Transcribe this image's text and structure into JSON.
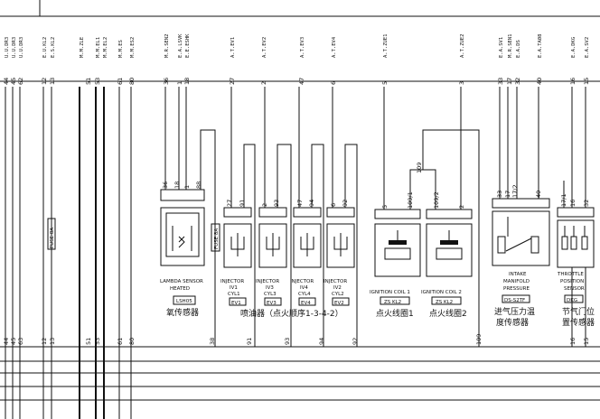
{
  "signals": [
    "U.U.DR3",
    "U.U.DR3",
    "U.U.DR3",
    "E.U.KL2",
    "E.S.KL2",
    "M.M.ZLE",
    "M.M.EL1",
    "M.M.EL2",
    "M.M.ES",
    "M.M.ES2",
    "M.R.SEN2",
    "E.A.LSVK",
    "E.E.ESHK",
    "A.T.EV1",
    "A.T.EV2",
    "A.T.EV3",
    "A.T.EV4",
    "A.T.ZUE1",
    "A.T.ZUE2",
    "E.A.SV1",
    "M.R.SEN1",
    "E.A.DS",
    "E.A.TA08",
    "E.A.DKG",
    "E.A.SV2"
  ],
  "top_pins": [
    "44",
    "45",
    "62",
    "12",
    "13",
    "51",
    "53",
    "61",
    "80",
    "36",
    "1",
    "18",
    "27",
    "2",
    "47",
    "6",
    "5",
    "3",
    "33",
    "17",
    "32",
    "40",
    "16",
    "15"
  ],
  "bottom_pins": [
    "44",
    "45",
    "63",
    "12",
    "13",
    "51",
    "53",
    "61",
    "80",
    "38",
    "91",
    "93",
    "94",
    "92",
    "109",
    "16",
    "15"
  ],
  "fuses": [
    {
      "label": "FUSE 8A"
    },
    {
      "label": "FUSE 8A"
    }
  ],
  "junction": {
    "label": "109"
  },
  "components": [
    {
      "pins": [
        "36",
        "18",
        "1",
        "88"
      ],
      "title_line1": "LAMBDA SENSOR",
      "title_line2": "HEATED",
      "code": "LSH05",
      "cn": "氧传感器"
    },
    {
      "pins": [
        "27",
        "91"
      ],
      "title_line1": "INJECTOR",
      "title_line2": "IV1",
      "title_line3": "CYL1",
      "code": "EV1"
    },
    {
      "pins": [
        "2",
        "93"
      ],
      "title_line1": "INJECTOR",
      "title_line2": "IV3",
      "title_line3": "CYL3",
      "code": "EV3"
    },
    {
      "pins": [
        "47",
        "94"
      ],
      "title_line1": "INJECTOR",
      "title_line2": "IV4",
      "title_line3": "CYL4",
      "code": "EV4"
    },
    {
      "pins": [
        "6",
        "92"
      ],
      "title_line1": "INJECTOR",
      "title_line2": "IV2",
      "title_line3": "CYL2",
      "code": "EV2"
    },
    {
      "pins": [
        "5",
        "109/1"
      ],
      "title_line1": "IGNITION COIL 1",
      "code": "ZS KL2",
      "cn": "点火线圈1"
    },
    {
      "pins": [
        "109/2",
        "2"
      ],
      "title_line1": "IGNITION COIL 2",
      "code": "ZS KL2",
      "cn": "点火线圈2"
    },
    {
      "pins": [
        "33",
        "17",
        "17/2",
        "40"
      ],
      "title_line1": "INTAKE",
      "title_line2": "MANIFOLD",
      "title_line3": "PRESSURE",
      "code": "DS-S2TF",
      "cn_line1": "进气压力温",
      "cn_line2": "度传感器"
    },
    {
      "pins": [
        "17/1",
        "16",
        "32"
      ],
      "title_line1": "THROTTLE",
      "title_line2": "POSITION",
      "title_line3": "SENSOR",
      "code": "DKG",
      "cn_line1": "节气门位",
      "cn_line2": "置传感器"
    }
  ],
  "injectors_cn": "喷油器（点火顺序1-3-4-2）"
}
